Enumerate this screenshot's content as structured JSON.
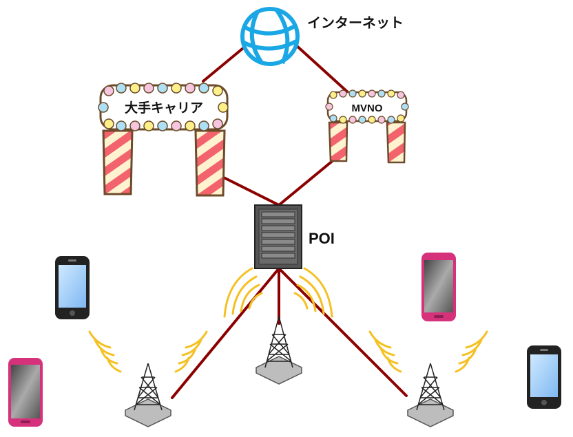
{
  "labels": {
    "internet": "インターネット",
    "major_carrier": "大手キャリア",
    "mvno": "MVNO",
    "poi": "POI"
  },
  "colors": {
    "link": "#8b0000",
    "signal": "#f5c022",
    "globe": "#1aa7e6",
    "gate_stripe": "#f2636e",
    "gate_base": "#fff3cf",
    "tower_base": "#bdbdbd",
    "phone_black": "#222222",
    "phone_pink": "#d6327c"
  },
  "nodes": [
    {
      "id": "internet",
      "type": "globe-icon"
    },
    {
      "id": "major_carrier",
      "type": "gate-icon"
    },
    {
      "id": "mvno",
      "type": "gate-icon"
    },
    {
      "id": "poi",
      "type": "server-rack-icon"
    },
    {
      "id": "tower_left",
      "type": "cell-tower-icon"
    },
    {
      "id": "tower_center",
      "type": "cell-tower-icon"
    },
    {
      "id": "tower_right",
      "type": "cell-tower-icon"
    }
  ],
  "edges": [
    {
      "from": "internet",
      "to": "major_carrier"
    },
    {
      "from": "internet",
      "to": "mvno"
    },
    {
      "from": "major_carrier",
      "to": "poi"
    },
    {
      "from": "mvno",
      "to": "poi"
    },
    {
      "from": "poi",
      "to": "tower_left"
    },
    {
      "from": "poi",
      "to": "tower_center"
    },
    {
      "from": "poi",
      "to": "tower_right"
    }
  ],
  "phones": [
    {
      "id": "phone_1",
      "style": "black"
    },
    {
      "id": "phone_2",
      "style": "pink"
    },
    {
      "id": "phone_3",
      "style": "pink"
    },
    {
      "id": "phone_4",
      "style": "black"
    }
  ]
}
